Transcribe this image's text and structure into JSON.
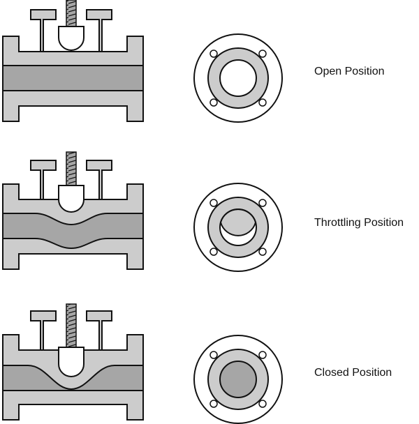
{
  "colors": {
    "outline": "#111111",
    "light_fill": "#cccccc",
    "dark_fill": "#a6a6a6",
    "background": "#ffffff"
  },
  "positions": [
    {
      "key": "open",
      "label": "Open Position",
      "disc_state": "open"
    },
    {
      "key": "throttling",
      "label": "Throttling Position",
      "disc_state": "throttling"
    },
    {
      "key": "closed",
      "label": "Closed Position",
      "disc_state": "closed"
    }
  ]
}
